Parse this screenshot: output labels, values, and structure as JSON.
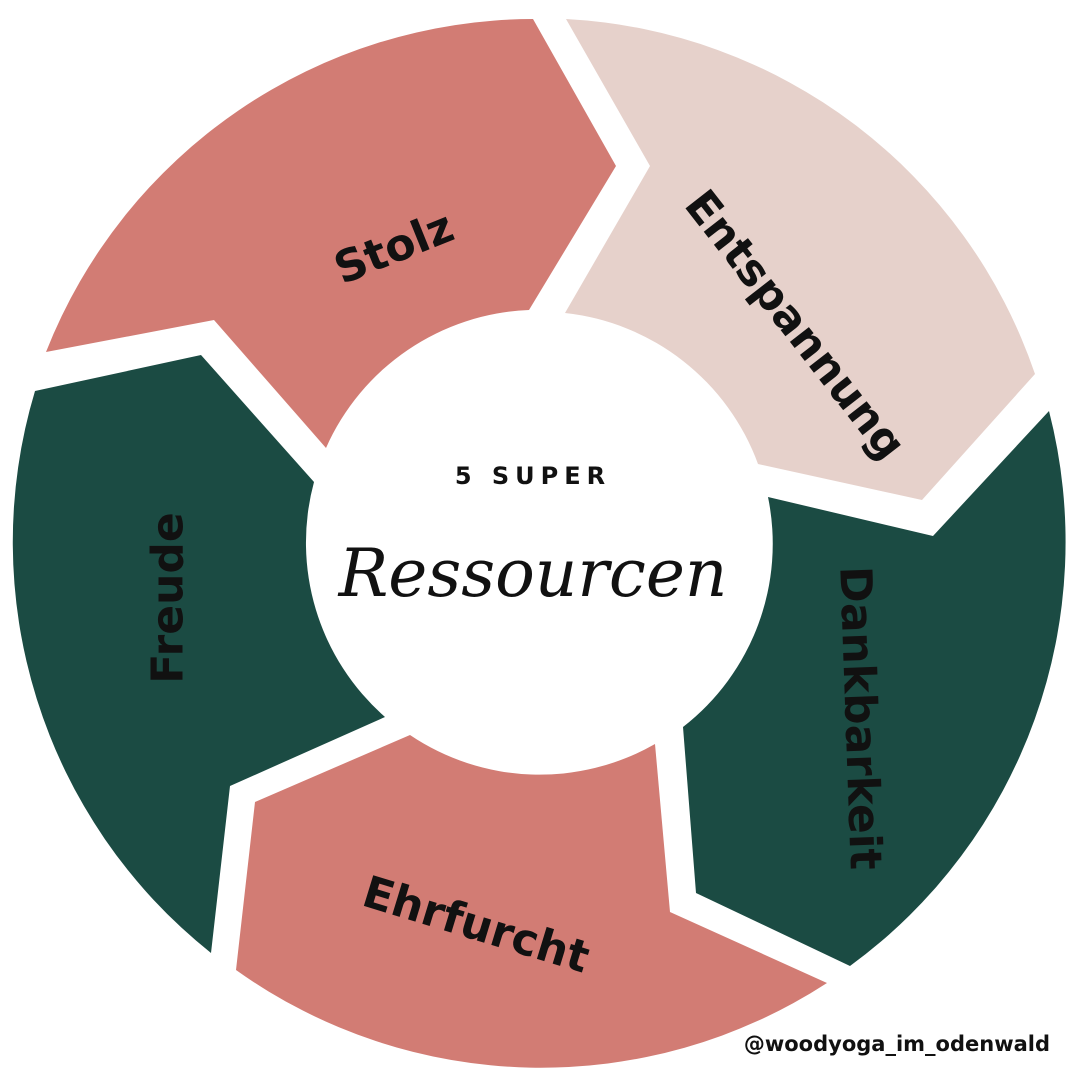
{
  "diagram": {
    "center": {
      "kicker": "5 SUPER",
      "title": "Ressourcen"
    },
    "segments": [
      {
        "label": "Stolz",
        "color": "#d27c74"
      },
      {
        "label": "Entspannung",
        "color": "#e6d1cb"
      },
      {
        "label": "Dankbarkeit",
        "color": "#1b4b43"
      },
      {
        "label": "Ehrfurcht",
        "color": "#d27c74"
      },
      {
        "label": "Freude",
        "color": "#1b4b43"
      }
    ]
  },
  "footer": {
    "handle": "@woodyoga_im_odenwald"
  }
}
